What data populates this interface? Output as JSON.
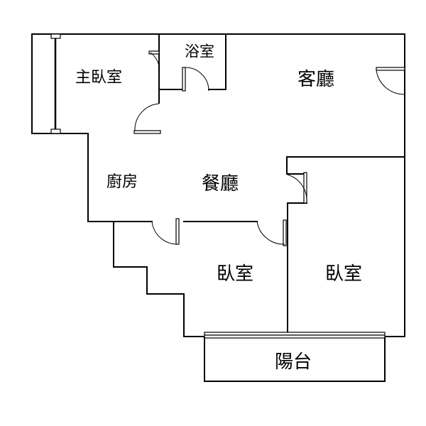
{
  "plan": {
    "rooms": {
      "master_bedroom": "主臥室",
      "bathroom": "浴室",
      "living_room": "客廳",
      "kitchen": "廚房",
      "dining_room": "餐廳",
      "bedroom_left": "臥室",
      "bedroom_right": "臥室",
      "balcony": "陽台"
    }
  }
}
